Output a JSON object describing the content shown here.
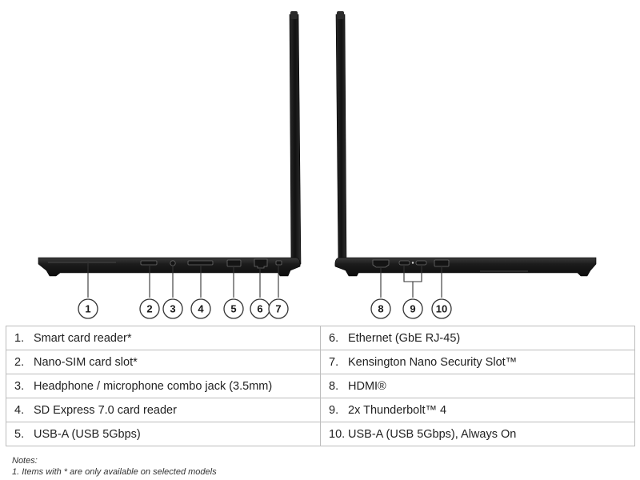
{
  "callouts": [
    {
      "id": "1"
    },
    {
      "id": "2"
    },
    {
      "id": "3"
    },
    {
      "id": "4"
    },
    {
      "id": "5"
    },
    {
      "id": "6"
    },
    {
      "id": "7"
    },
    {
      "id": "8"
    },
    {
      "id": "9"
    },
    {
      "id": "10"
    }
  ],
  "table": {
    "rows": [
      [
        {
          "num": "1.",
          "label": "Smart card reader*"
        },
        {
          "num": "6.",
          "label": "Ethernet (GbE RJ-45)"
        }
      ],
      [
        {
          "num": "2.",
          "label": "Nano-SIM card slot*"
        },
        {
          "num": "7.",
          "label": "Kensington Nano Security Slot™"
        }
      ],
      [
        {
          "num": "3.",
          "label": "Headphone / microphone combo jack (3.5mm)"
        },
        {
          "num": "8.",
          "label": "HDMI®"
        }
      ],
      [
        {
          "num": "4.",
          "label": "SD Express 7.0 card reader"
        },
        {
          "num": "9.",
          "label": "2x Thunderbolt™ 4"
        }
      ],
      [
        {
          "num": "5.",
          "label": "USB-A (USB 5Gbps)"
        },
        {
          "num": "10.",
          "label": "USB-A (USB 5Gbps), Always On"
        }
      ]
    ]
  },
  "notes": {
    "title": "Notes:",
    "line1": "1. Items with * are only available on selected models"
  },
  "colors": {
    "laptop_body": "#1e1e1e",
    "border": "#bdbdbd"
  }
}
